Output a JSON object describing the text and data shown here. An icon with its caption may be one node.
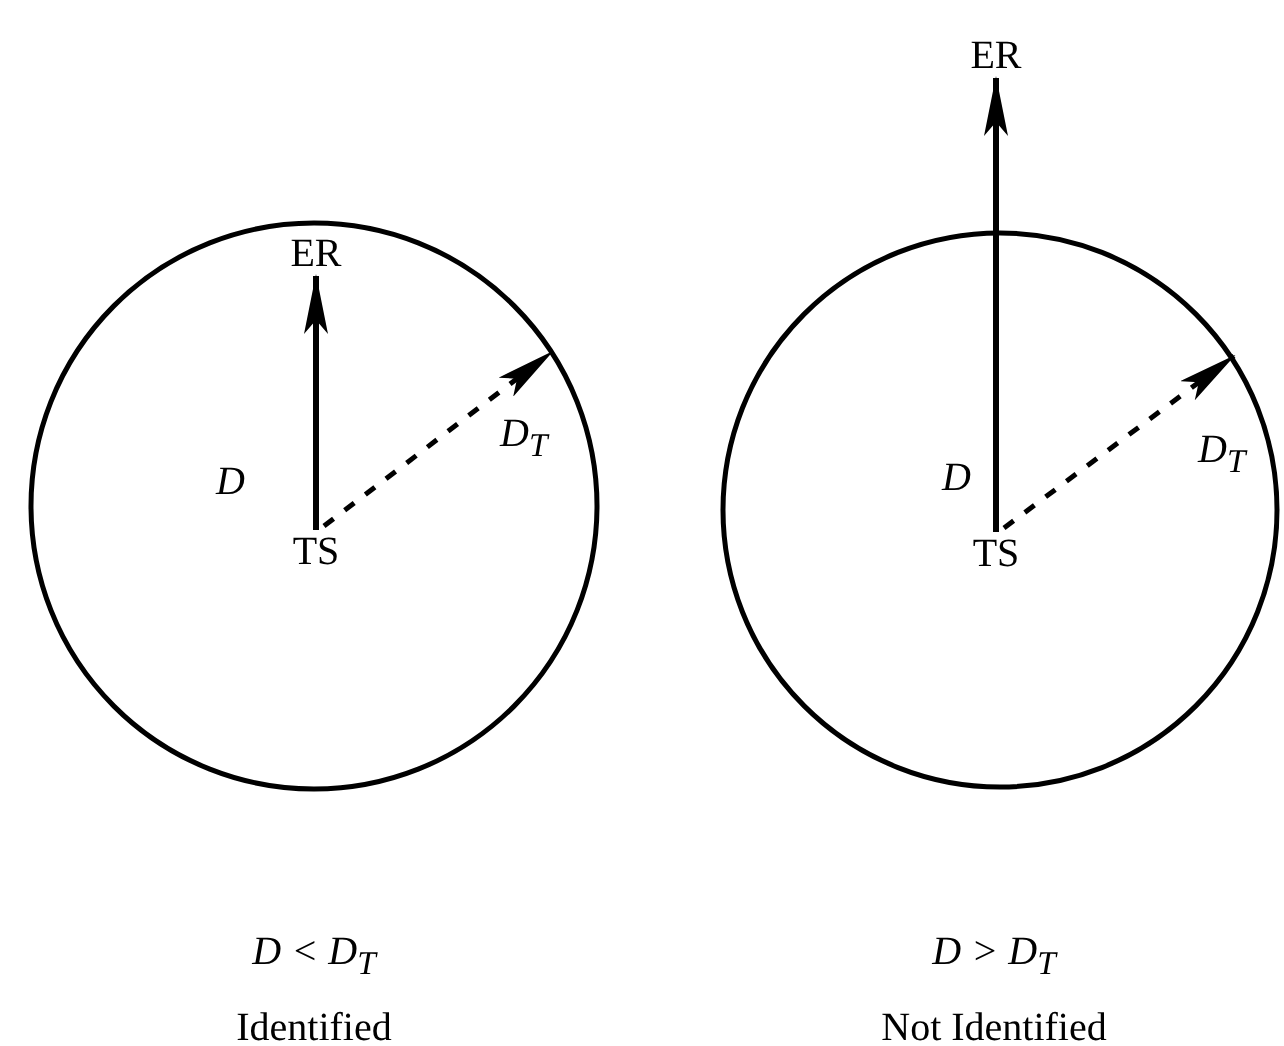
{
  "diagram": {
    "nodes": [
      {
        "text": [],
        "shape": "circle"
      },
      {
        "text": [
          "ER"
        ],
        "in": 0
      },
      {
        "text": [
          "TS"
        ],
        "in": 0
      },
      {
        "text": [
          "ER"
        ]
      },
      {
        "text": [],
        "shape": "circle"
      },
      {
        "text": [
          "TS"
        ],
        "in": 4
      }
    ],
    "edges": [
      {
        "from": 2,
        "to": 1,
        "arrow": "to",
        "label": "D"
      },
      {
        "from": 2,
        "to": null,
        "arrow": "to",
        "style": "dashed",
        "label": "D$_{T}$"
      },
      {
        "from": 5,
        "to": 3,
        "arrow": "to",
        "label": "D"
      },
      {
        "from": 5,
        "to": null,
        "arrow": "to",
        "style": "dashed",
        "label": "D$_{T}$"
      }
    ],
    "labels": [
      "D < D$_{T}$",
      "Identified",
      "D > D$_{T}$",
      "Not Identified"
    ]
  }
}
